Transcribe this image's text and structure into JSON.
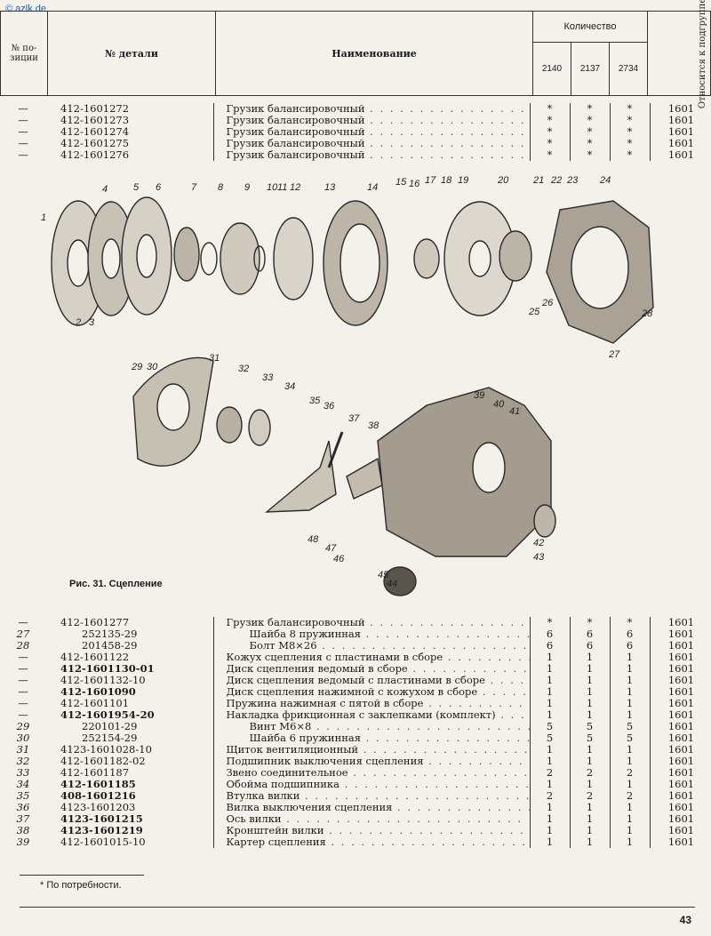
{
  "watermark": "© azlk.de",
  "header": {
    "position_col": "№ по-\nзиции",
    "part_col": "№ детали",
    "name_col": "Наименование",
    "quantity_col": "Количество",
    "models": [
      "2140",
      "2137",
      "2734"
    ],
    "subgroup_col": "Относится к подгруппе"
  },
  "top_rows": [
    {
      "pos": "—",
      "part": "412-1601272",
      "name": "Грузик балансировочный",
      "q": [
        "*",
        "*",
        "*"
      ],
      "sub": "1601"
    },
    {
      "pos": "—",
      "part": "412-1601273",
      "name": "Грузик балансировочный",
      "q": [
        "*",
        "*",
        "*"
      ],
      "sub": "1601"
    },
    {
      "pos": "—",
      "part": "412-1601274",
      "name": "Грузик балансировочный",
      "q": [
        "*",
        "*",
        "*"
      ],
      "sub": "1601"
    },
    {
      "pos": "—",
      "part": "412-1601275",
      "name": "Грузик балансировочный",
      "q": [
        "*",
        "*",
        "*"
      ],
      "sub": "1601"
    },
    {
      "pos": "—",
      "part": "412-1601276",
      "name": "Грузик балансировочный",
      "q": [
        "*",
        "*",
        "*"
      ],
      "sub": "1601"
    }
  ],
  "figure_caption": "Рис. 31. Сцепление",
  "bottom_rows": [
    {
      "pos": "—",
      "part": "412-1601277",
      "name": "Грузик балансировочный",
      "q": [
        "*",
        "*",
        "*"
      ],
      "sub": "1601"
    },
    {
      "pos": "27",
      "part": "252135-29",
      "name": "Шайба 8 пружинная",
      "q": [
        "6",
        "6",
        "6"
      ],
      "sub": "1601"
    },
    {
      "pos": "28",
      "part": "201458-29",
      "name": "Болт М8×26",
      "q": [
        "6",
        "6",
        "6"
      ],
      "sub": "1601"
    },
    {
      "pos": "—",
      "part": "412-1601122",
      "name": "Кожух сцепления с пластинами в сборе",
      "q": [
        "1",
        "1",
        "1"
      ],
      "sub": "1601"
    },
    {
      "pos": "—",
      "part": "412-1601130-01",
      "name": "Диск сцепления ведомый в сборе",
      "q": [
        "1",
        "1",
        "1"
      ],
      "sub": "1601"
    },
    {
      "pos": "—",
      "part": "412-1601132-10",
      "name": "Диск сцепления ведомый с пластинами в сборе",
      "q": [
        "1",
        "1",
        "1"
      ],
      "sub": "1601"
    },
    {
      "pos": "—",
      "part": "412-1601090",
      "name": "Диск сцепления нажимной с кожухом в сборе",
      "q": [
        "1",
        "1",
        "1"
      ],
      "sub": "1601"
    },
    {
      "pos": "—",
      "part": "412-1601101",
      "name": "Пружина нажимная с пятой в сборе",
      "q": [
        "1",
        "1",
        "1"
      ],
      "sub": "1601"
    },
    {
      "pos": "—",
      "part": "412-1601954-20",
      "name": "Накладка фрикционная с заклепками (комплект)",
      "q": [
        "1",
        "1",
        "1"
      ],
      "sub": "1601"
    },
    {
      "pos": "29",
      "part": "220101-29",
      "name": "Винт М6×8",
      "q": [
        "5",
        "5",
        "5"
      ],
      "sub": "1601"
    },
    {
      "pos": "30",
      "part": "252154-29",
      "name": "Шайба 6 пружинная",
      "q": [
        "5",
        "5",
        "5"
      ],
      "sub": "1601"
    },
    {
      "pos": "31",
      "part": "4123-1601028-10",
      "name": "Щиток вентиляционный",
      "q": [
        "1",
        "1",
        "1"
      ],
      "sub": "1601"
    },
    {
      "pos": "32",
      "part": "412-1601182-02",
      "name": "Подшипник выключения сцепления",
      "q": [
        "1",
        "1",
        "1"
      ],
      "sub": "1601"
    },
    {
      "pos": "33",
      "part": "412-1601187",
      "name": "Звено соединительное",
      "q": [
        "2",
        "2",
        "2"
      ],
      "sub": "1601"
    },
    {
      "pos": "34",
      "part": "412-1601185",
      "name": "Обойма подшипника",
      "q": [
        "1",
        "1",
        "1"
      ],
      "sub": "1601"
    },
    {
      "pos": "35",
      "part": "408-1601216",
      "name": "Втулка вилки",
      "q": [
        "2",
        "2",
        "2"
      ],
      "sub": "1601"
    },
    {
      "pos": "36",
      "part": "4123-1601203",
      "name": "Вилка выключения сцепления",
      "q": [
        "1",
        "1",
        "1"
      ],
      "sub": "1601"
    },
    {
      "pos": "37",
      "part": "4123-1601215",
      "name": "Ось вилки",
      "q": [
        "1",
        "1",
        "1"
      ],
      "sub": "1601"
    },
    {
      "pos": "38",
      "part": "4123-1601219",
      "name": "Кронштейн вилки",
      "q": [
        "1",
        "1",
        "1"
      ],
      "sub": "1601"
    },
    {
      "pos": "39",
      "part": "412-1601015-10",
      "name": "Картер сцепления",
      "q": [
        "1",
        "1",
        "1"
      ],
      "sub": "1601"
    }
  ],
  "figure_labels": [
    "1",
    "2",
    "3",
    "4",
    "5",
    "6",
    "7",
    "8",
    "9",
    "10",
    "11",
    "12",
    "13",
    "14",
    "15",
    "16",
    "17",
    "18",
    "19",
    "20",
    "21",
    "22",
    "23",
    "24",
    "25",
    "26",
    "27",
    "28",
    "29",
    "30",
    "31",
    "32",
    "33",
    "34",
    "35",
    "36",
    "37",
    "38",
    "39",
    "40",
    "41",
    "42",
    "43",
    "44",
    "45",
    "46",
    "47",
    "48"
  ],
  "footnote": "* По потребности.",
  "page_number": "43"
}
